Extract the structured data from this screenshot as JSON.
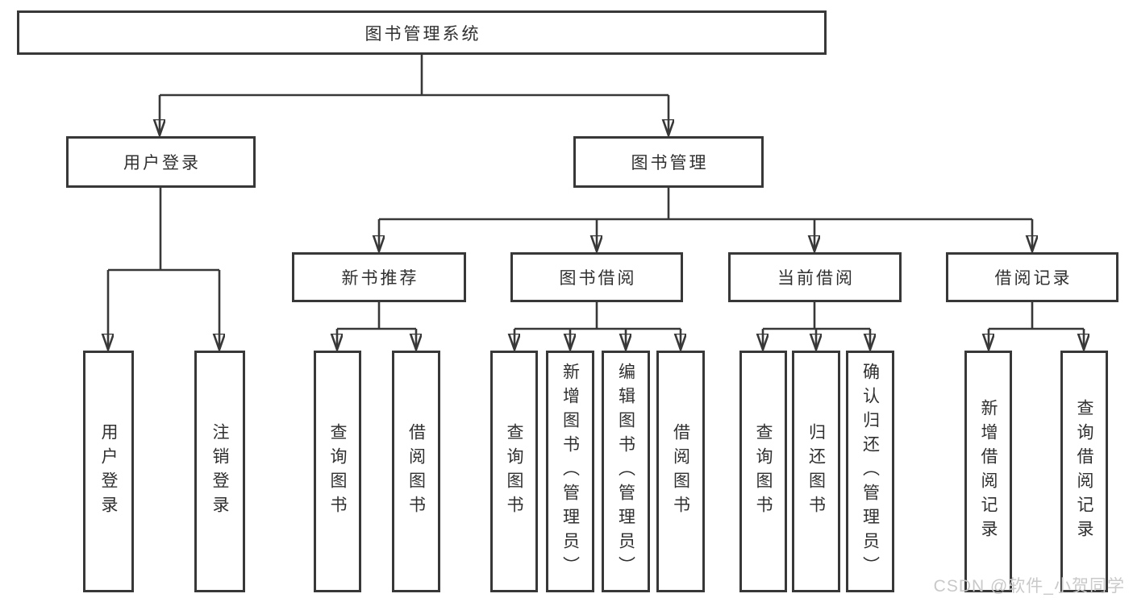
{
  "tree": {
    "root": {
      "label": "图书管理系统"
    },
    "children": [
      {
        "label": "用户登录",
        "leaves": [
          {
            "label": "用户登录"
          },
          {
            "label": "注销登录"
          }
        ]
      },
      {
        "label": "图书管理",
        "children": [
          {
            "label": "新书推荐",
            "leaves": [
              {
                "label": "查询图书"
              },
              {
                "label": "借阅图书"
              }
            ]
          },
          {
            "label": "图书借阅",
            "leaves": [
              {
                "label": "查询图书"
              },
              {
                "label": "新增图书（管理员）"
              },
              {
                "label": "编辑图书（管理员）"
              },
              {
                "label": "借阅图书"
              }
            ]
          },
          {
            "label": "当前借阅",
            "leaves": [
              {
                "label": "查询图书"
              },
              {
                "label": "归还图书"
              },
              {
                "label": "确认归还（管理员）"
              }
            ]
          },
          {
            "label": "借阅记录",
            "leaves": [
              {
                "label": "新增借阅记录"
              },
              {
                "label": "查询借阅记录"
              }
            ]
          }
        ]
      }
    ]
  },
  "watermark": {
    "text": "CSDN @软件_小贺同学"
  },
  "colors": {
    "line": "#383838",
    "border": "#383838",
    "text": "#303030",
    "background": "#ffffff",
    "watermark": "#c9c9c9"
  }
}
